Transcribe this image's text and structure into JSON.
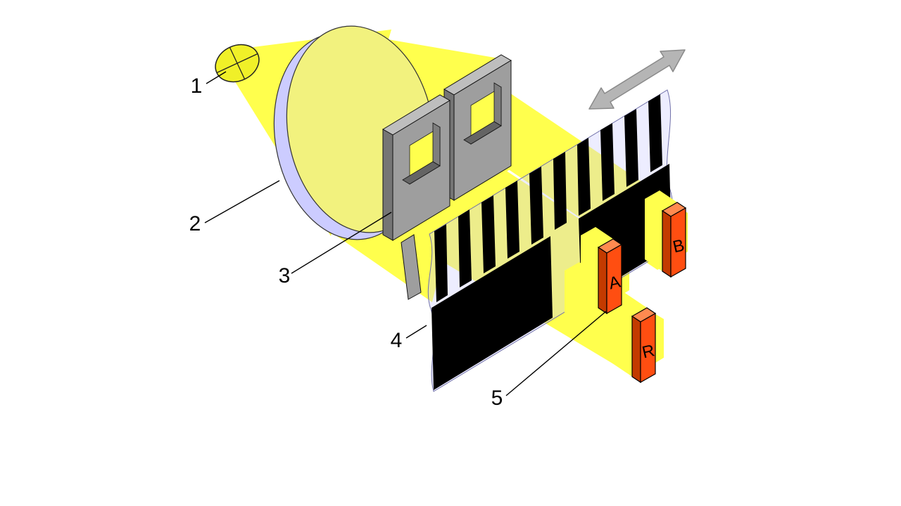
{
  "labels": {
    "n1": "1",
    "n2": "2",
    "n3": "3",
    "n4": "4",
    "n5": "5"
  },
  "detectors": {
    "a": "A",
    "b": "B",
    "r": "R"
  },
  "colors": {
    "beam": "#FFFF4D",
    "glass": "#CCCCFF",
    "lens-face": "#F2F27E",
    "mask": "#9E9E9E",
    "mask-top": "#BEBEBE",
    "mask-side": "#757575",
    "mask-inner": "#646464",
    "stripe": "#000000",
    "detector-front": "#FF4E11",
    "detector-top": "#FF8A50",
    "detector-side": "#C33A00",
    "arrow": "#B5B5B5",
    "bulb": "#F0F028",
    "ink": "#000000",
    "background": "#FFFFFF"
  }
}
